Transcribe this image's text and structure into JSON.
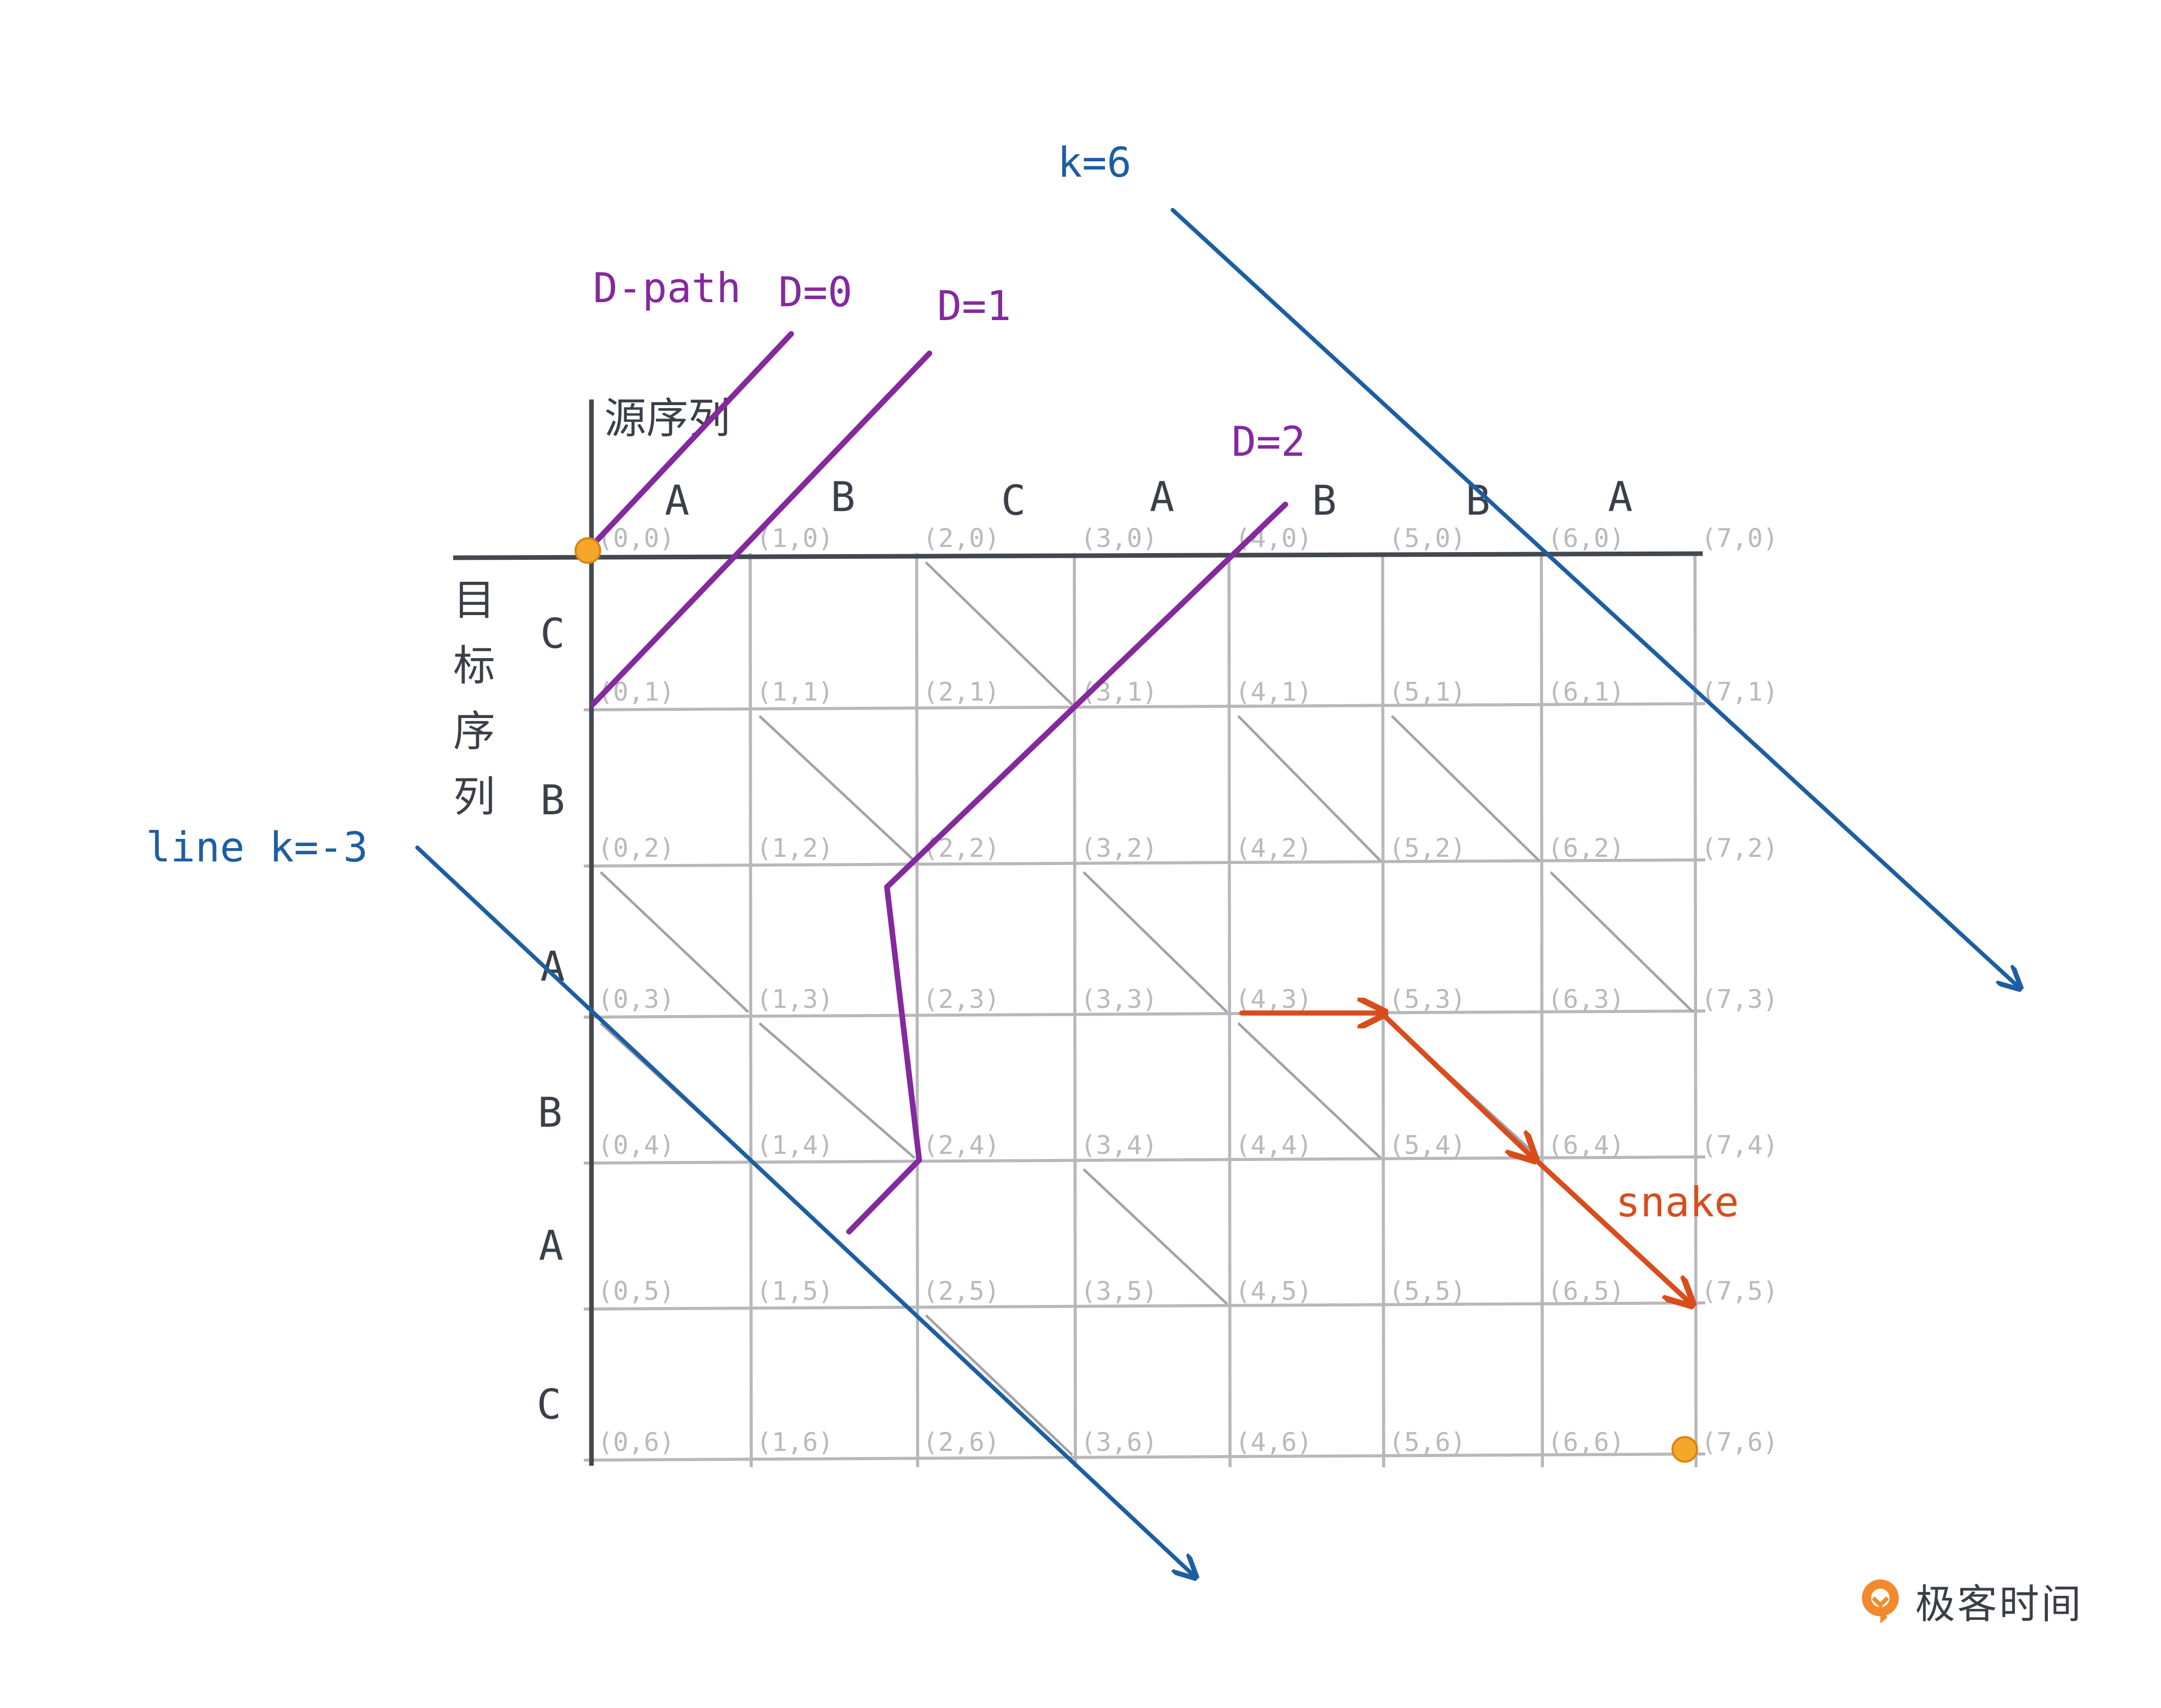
{
  "diagram": {
    "source_axis_label": "源序列",
    "target_axis_label": [
      "目",
      "标",
      "序",
      "列"
    ],
    "source_sequence": [
      "A",
      "B",
      "C",
      "A",
      "B",
      "B",
      "A"
    ],
    "target_sequence": [
      "C",
      "B",
      "A",
      "B",
      "A",
      "C"
    ],
    "grid_size": {
      "cols": 7,
      "rows": 6
    },
    "diagonal_edges": [
      [
        2,
        0
      ],
      [
        1,
        1
      ],
      [
        4,
        1
      ],
      [
        5,
        1
      ],
      [
        6,
        2
      ],
      [
        0,
        2
      ],
      [
        3,
        2
      ],
      [
        0,
        3
      ],
      [
        1,
        3
      ],
      [
        4,
        3
      ],
      [
        5,
        3
      ],
      [
        3,
        4
      ],
      [
        2,
        5
      ]
    ],
    "d_path_label": "D-path",
    "d_labels": [
      "D=0",
      "D=1",
      "D=2"
    ],
    "k_line_labels": {
      "k6": "k=6",
      "kneg3": "line k=-3"
    },
    "snake_label": "snake",
    "start_point": [
      0,
      0
    ],
    "end_point": [
      7,
      6
    ],
    "colors": {
      "grid": "#b8b8bc",
      "axis": "#43484f",
      "purple": "#84299e",
      "blue": "#1d5ea2",
      "orange": "#d84d1c",
      "point": "#f4a72b",
      "coord": "#b9b9be",
      "text": "#3b4048"
    },
    "brand": "极客时间"
  }
}
